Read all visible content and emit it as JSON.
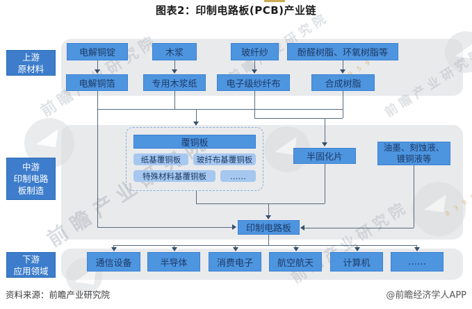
{
  "title": "图表2：印制电路板(PCB)产业链",
  "stages": {
    "upstream": {
      "line1": "上游",
      "line2": "原材料"
    },
    "midstream": {
      "line1": "中游",
      "line2": "印制电路",
      "line3": "板制造"
    },
    "downstream": {
      "line1": "下游",
      "line2": "应用领域"
    }
  },
  "upstream": {
    "row1": [
      "电解铜锭",
      "木浆",
      "玻纤纱",
      "酚醛树脂、环氧树脂等"
    ],
    "row2": [
      "电解铜箔",
      "专用木浆纸",
      "电子级纱纤布",
      "合成树脂"
    ]
  },
  "midstream": {
    "ccl": {
      "header": "覆铜板",
      "items": [
        "纸基覆铜板",
        "玻纤布基覆铜板",
        "特殊材料基覆铜板",
        "……"
      ]
    },
    "prepreg": "半固化片",
    "chemicals": {
      "line1": "油墨、刻蚀液、",
      "line2": "镀铜液等"
    },
    "pcb": "印制电路板"
  },
  "downstream": {
    "items": [
      "通信设备",
      "半导体",
      "消费电子",
      "航空航天",
      "计算机",
      "……"
    ]
  },
  "footer": {
    "source": "资料来源：前瞻产业研究院",
    "credit": "@前瞻经济学人APP"
  },
  "watermark": {
    "text": "前瞻产业研究院",
    "digits": "8 3 9 5 9 9"
  },
  "colors": {
    "stage_blue": "#3d7dcb",
    "box_blue": "#4e95e0",
    "box_light_blue": "#a6c8f0",
    "box_text_navy": "#1c3a66",
    "panel_gray": "#e9eaec",
    "connector": "#55697e",
    "accent_gold": "#c39a35"
  }
}
